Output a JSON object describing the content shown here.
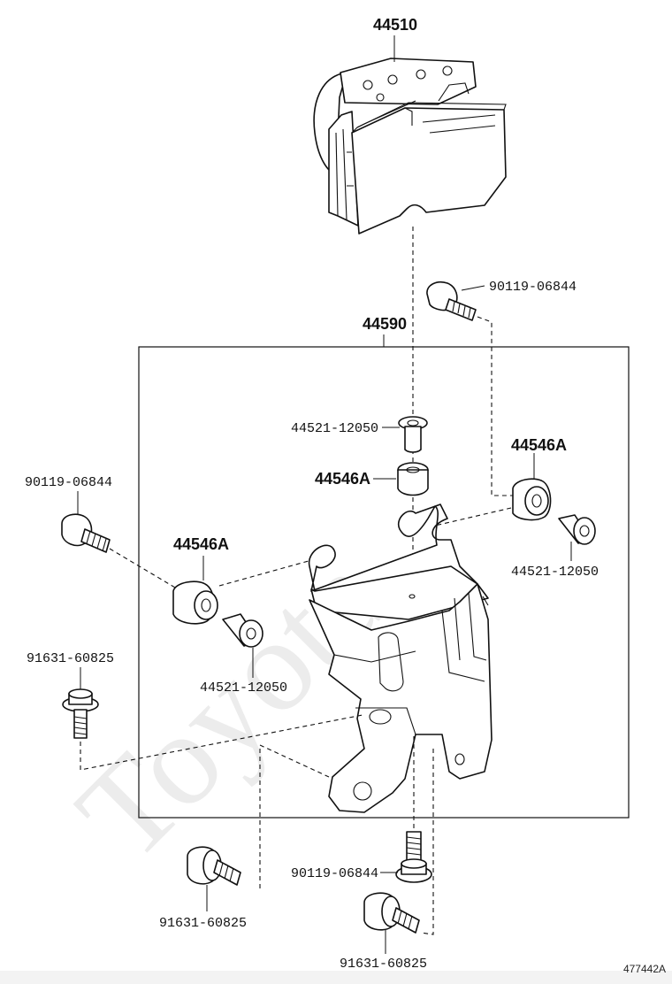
{
  "watermark": "Toyota",
  "diagram_ref": "477442A",
  "labels": {
    "actuator": "44510",
    "bracket_assy": "44590",
    "bolt_top_right": "90119-06844",
    "collar_center": "44521-12050",
    "cushion_center": "44546A",
    "cushion_right": "44546A",
    "collar_right": "44521-12050",
    "bolt_left": "90119-06844",
    "cushion_left": "44546A",
    "collar_left": "44521-12050",
    "bolt_flange_left": "91631-60825",
    "bolt_bottom_center": "90119-06844",
    "bolt_flange_bottom_left": "91631-60825",
    "bolt_flange_bottom_right": "91631-60825"
  }
}
